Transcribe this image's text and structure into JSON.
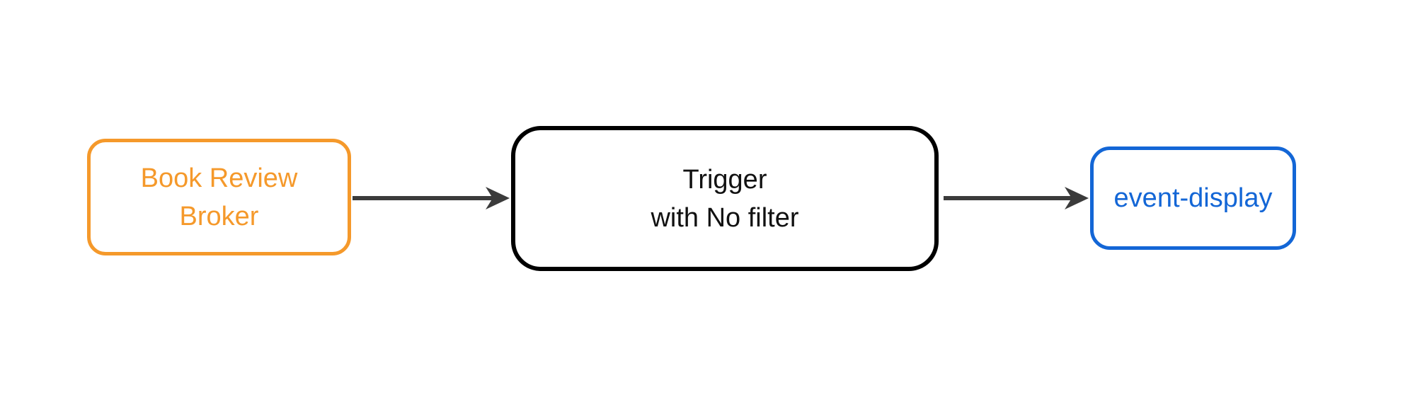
{
  "diagram": {
    "type": "flowchart",
    "direction": "left-to-right",
    "background_color": "#ffffff",
    "arrow_color": "#3b3b3b",
    "nodes": {
      "broker": {
        "line1": "Book Review",
        "line2": "Broker",
        "full_label": "Book Review Broker",
        "color": "#f5992b",
        "border_color": "#f5992b",
        "shape": "rounded-rectangle"
      },
      "trigger": {
        "line1": "Trigger",
        "line2": "with No filter",
        "full_label": "Trigger with No filter",
        "color": "#111111",
        "border_color": "#000000",
        "shape": "rounded-rectangle"
      },
      "event_display": {
        "label": "event-display",
        "color": "#1366d6",
        "border_color": "#1366d6",
        "shape": "rounded-rectangle"
      }
    },
    "edges": [
      {
        "from": "Book Review Broker",
        "to": "Trigger with No filter",
        "style": "solid-arrow"
      },
      {
        "from": "Trigger with No filter",
        "to": "event-display",
        "style": "solid-arrow"
      }
    ]
  }
}
